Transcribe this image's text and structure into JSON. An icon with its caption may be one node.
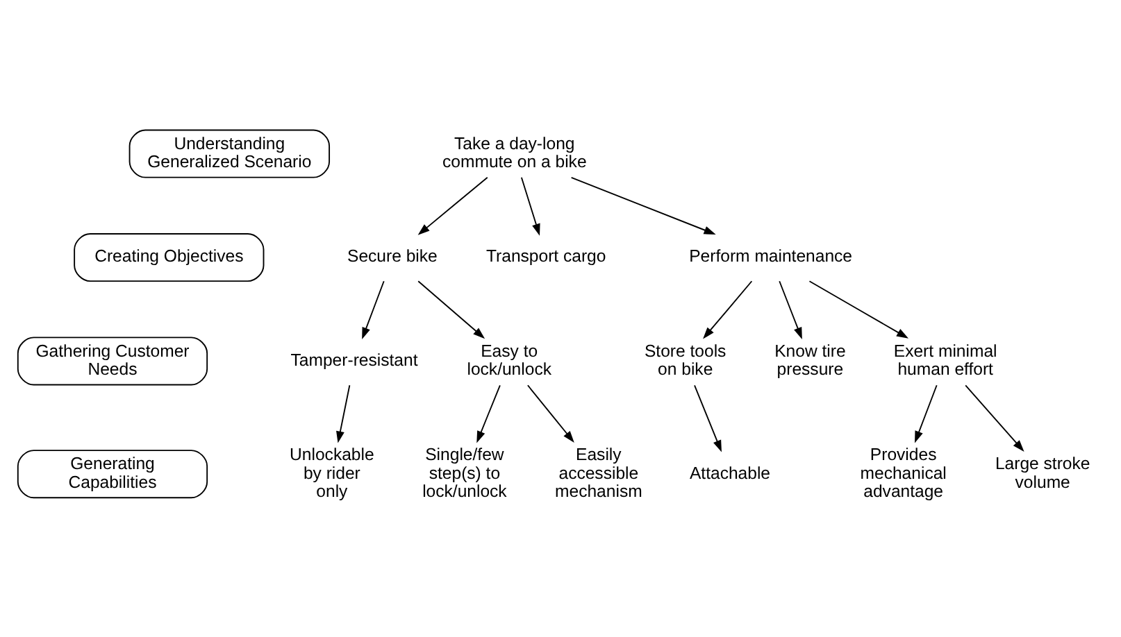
{
  "diagram": {
    "nodes": [
      {
        "text": [
          "Understanding Generalized Scenario"
        ]
      },
      {
        "text": [
          "Take a day-long commute on a bike"
        ]
      },
      {
        "text": [
          "Creating Objectives"
        ]
      },
      {
        "text": [
          "Secure bike"
        ]
      },
      {
        "text": [
          "Transport cargo"
        ]
      },
      {
        "text": [
          "Perform maintenance"
        ]
      },
      {
        "text": [
          "Gathering Customer Needs"
        ]
      },
      {
        "text": [
          "Tamper-resistant"
        ]
      },
      {
        "text": [
          "Easy to lock/unlock"
        ]
      },
      {
        "text": [
          "Store tools on bike"
        ]
      },
      {
        "text": [
          "Know tire pressure"
        ]
      },
      {
        "text": [
          "Exert minimal human effort"
        ]
      },
      {
        "text": [
          "Generating Capabilities"
        ]
      },
      {
        "text": [
          "Unlockable by rider only"
        ]
      },
      {
        "text": [
          "Single/few step(s) to lock/unlock"
        ]
      },
      {
        "text": [
          "Easily accessible mechanism"
        ]
      },
      {
        "text": [
          "Attachable"
        ]
      },
      {
        "text": [
          "Provides mechanical advantage"
        ]
      },
      {
        "text": [
          "Large stroke volume"
        ]
      }
    ],
    "edges": [
      {
        "from": 1,
        "to": 3,
        "arrow": "to"
      },
      {
        "from": 1,
        "to": 4,
        "arrow": "to"
      },
      {
        "from": 1,
        "to": 5,
        "arrow": "to"
      },
      {
        "from": 3,
        "to": 7,
        "arrow": "to"
      },
      {
        "from": 3,
        "to": 8,
        "arrow": "to"
      },
      {
        "from": 5,
        "to": 9,
        "arrow": "to"
      },
      {
        "from": 5,
        "to": 10,
        "arrow": "to"
      },
      {
        "from": 5,
        "to": 11,
        "arrow": "to"
      },
      {
        "from": 7,
        "to": 13,
        "arrow": "to"
      },
      {
        "from": 8,
        "to": 14,
        "arrow": "to"
      },
      {
        "from": 8,
        "to": 15,
        "arrow": "to"
      },
      {
        "from": 9,
        "to": 16,
        "arrow": "to"
      },
      {
        "from": 11,
        "to": 17,
        "arrow": "to"
      },
      {
        "from": 11,
        "to": 18,
        "arrow": "to"
      }
    ]
  }
}
